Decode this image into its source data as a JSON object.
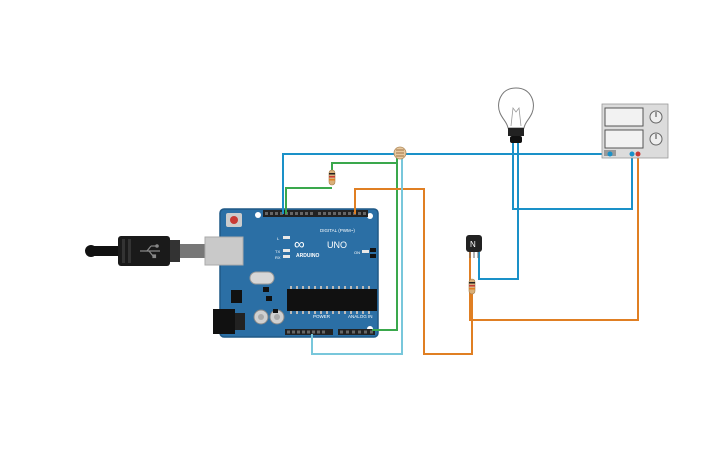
{
  "colors": {
    "board": "#2b6fa5",
    "board_edge": "#1f5886",
    "wire_blue": "#1a91c8",
    "wire_green": "#3aa84c",
    "wire_orange": "#e07f23",
    "wire_lightblue": "#78c7db",
    "header": "#222222"
  },
  "arduino": {
    "brand": "ARDUINO",
    "model": "UNO",
    "logo_glyph": "∞",
    "digital_label": "DIGITAL (PWM~)",
    "power_label": "POWER",
    "analog_label": "ANALOG IN",
    "on_label": "ON",
    "tx_label": "TX",
    "rx_label": "RX",
    "l_label": "L"
  },
  "transistor": {
    "label": "N"
  },
  "icons": {
    "usb": "usb-icon"
  }
}
